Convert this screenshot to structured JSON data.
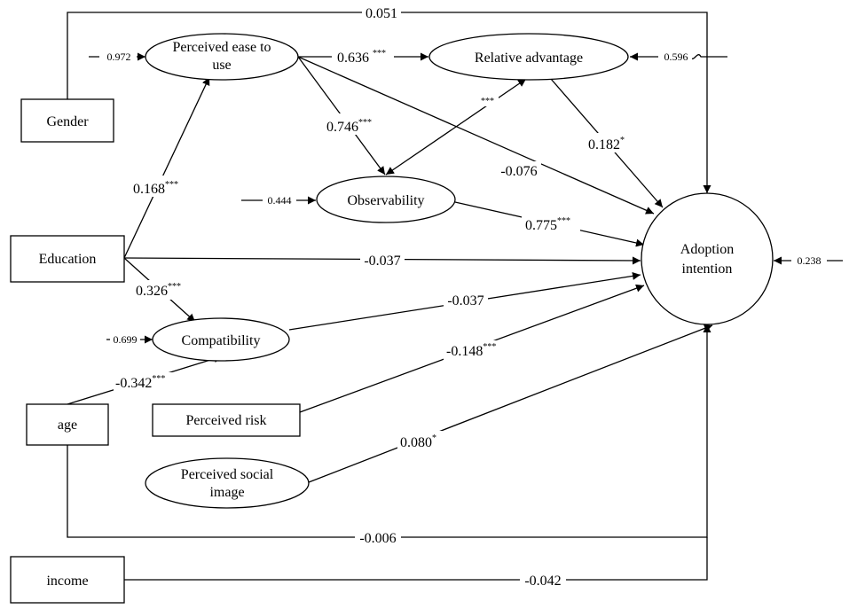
{
  "nodes": {
    "gender": "Gender",
    "education": "Education",
    "age": "age",
    "income": "income",
    "perceived_risk": "Perceived risk",
    "peu_line1": "Perceived ease to",
    "peu_line2": "use",
    "relative_advantage": "Relative advantage",
    "observability": "Observability",
    "compatibility": "Compatibility",
    "psi_line1": "Perceived social",
    "psi_line2": "image",
    "ai_line1": "Adoption",
    "ai_line2": "intention"
  },
  "errors": {
    "peu": "0.972",
    "ra": "0.596",
    "obs": "0.444",
    "comp": "0.699",
    "ai": "0.238"
  },
  "paths": {
    "gender_ai": {
      "value": "0.051",
      "sig": ""
    },
    "peu_ra": {
      "value": "0.636",
      "sig": "***"
    },
    "peu_obs": {
      "value": "0.746",
      "sig": "***"
    },
    "ra_obs": {
      "value": "",
      "sig": "***"
    },
    "peu_ai": {
      "value": "-0.076",
      "sig": ""
    },
    "ra_ai": {
      "value": "0.182",
      "sig": "*"
    },
    "edu_peu": {
      "value": "0.168",
      "sig": "***"
    },
    "obs_ai": {
      "value": "0.775",
      "sig": "***"
    },
    "edu_ai": {
      "value": "-0.037",
      "sig": ""
    },
    "edu_comp": {
      "value": "0.326",
      "sig": "***"
    },
    "comp_ai": {
      "value": "-0.037",
      "sig": ""
    },
    "risk_ai": {
      "value": "-0.148",
      "sig": "***"
    },
    "age_comp": {
      "value": "-0.342",
      "sig": "***"
    },
    "psi_ai": {
      "value": "0.080",
      "sig": "*"
    },
    "age_ai": {
      "value": "-0.006",
      "sig": ""
    },
    "income_ai": {
      "value": "-0.042",
      "sig": ""
    }
  }
}
